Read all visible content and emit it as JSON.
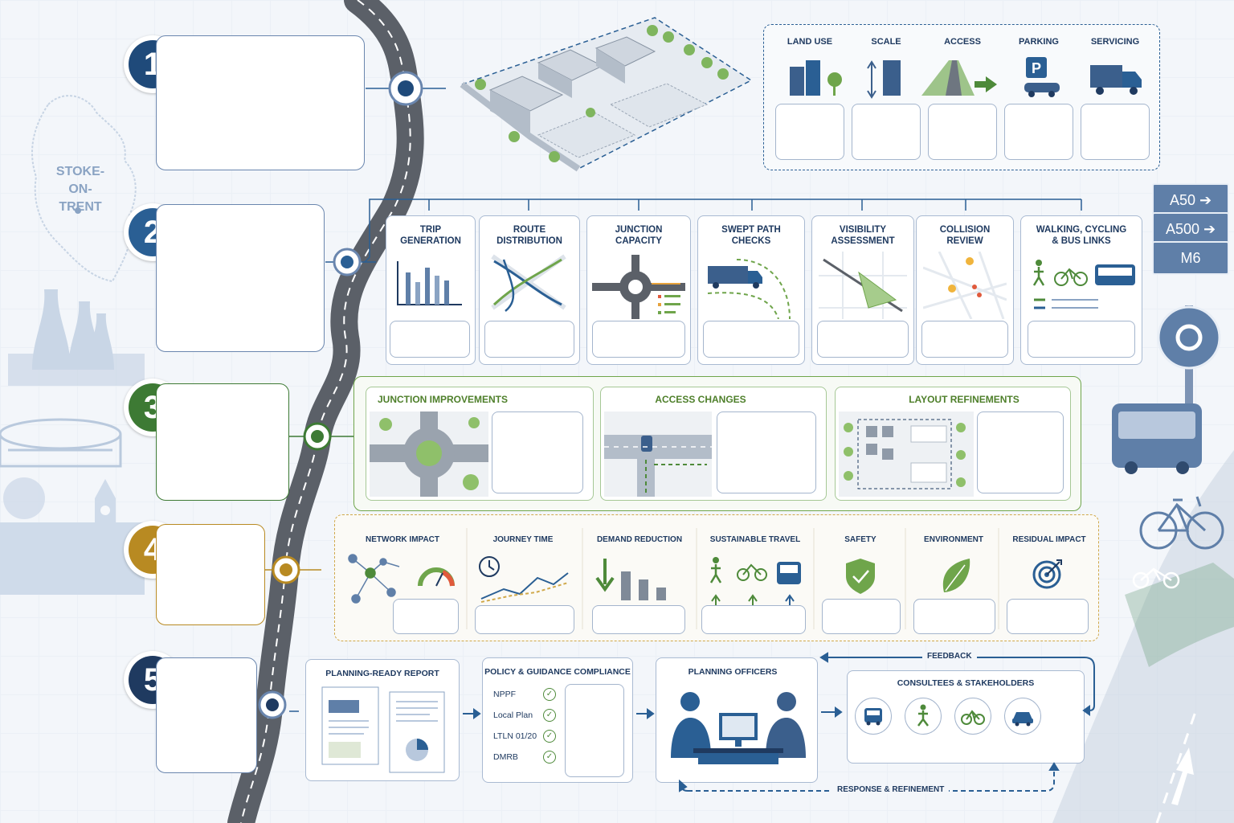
{
  "region_label": "STOKE-\nON-TRENT",
  "steps": [
    {
      "number": "1",
      "color": "#1f4a7a"
    },
    {
      "number": "2",
      "color": "#2a5f94"
    },
    {
      "number": "3",
      "color": "#3d7a34"
    },
    {
      "number": "4",
      "color": "#b88a22"
    },
    {
      "number": "5",
      "color": "#1f3a60"
    }
  ],
  "step1_factors": [
    "LAND USE",
    "SCALE",
    "ACCESS",
    "PARKING",
    "SERVICING"
  ],
  "step2_assessments": [
    "TRIP\nGENERATION",
    "ROUTE\nDISTRIBUTION",
    "JUNCTION\nCAPACITY",
    "SWEPT PATH\nCHECKS",
    "VISIBILITY\nASSESSMENT",
    "COLLISION\nREVIEW",
    "WALKING, CYCLING\n& BUS LINKS"
  ],
  "step3_mitigations": [
    "JUNCTION IMPROVEMENTS",
    "ACCESS CHANGES",
    "LAYOUT REFINEMENTS"
  ],
  "step4_outcomes": [
    "NETWORK IMPACT",
    "JOURNEY TIME",
    "DEMAND REDUCTION",
    "SUSTAINABLE TRAVEL",
    "SAFETY",
    "ENVIRONMENT",
    "RESIDUAL IMPACT"
  ],
  "step5": {
    "report": "PLANNING-READY REPORT",
    "policy_title": "POLICY & GUIDANCE COMPLIANCE",
    "policies": [
      "NPPF",
      "Local Plan",
      "LTLN 01/20",
      "DMRB"
    ],
    "officers": "PLANNING OFFICERS",
    "consultees": "CONSULTEES & STAKEHOLDERS",
    "feedback": "FEEDBACK",
    "response": "RESPONSE & REFINEMENT"
  },
  "road_signs": [
    "A50 ➔",
    "A500 ➔",
    "M6"
  ],
  "colors": {
    "navy": "#1f3a60",
    "blue": "#2a5f94",
    "green": "#3d7a34",
    "gold": "#b88a22",
    "road": "#5b6068"
  }
}
